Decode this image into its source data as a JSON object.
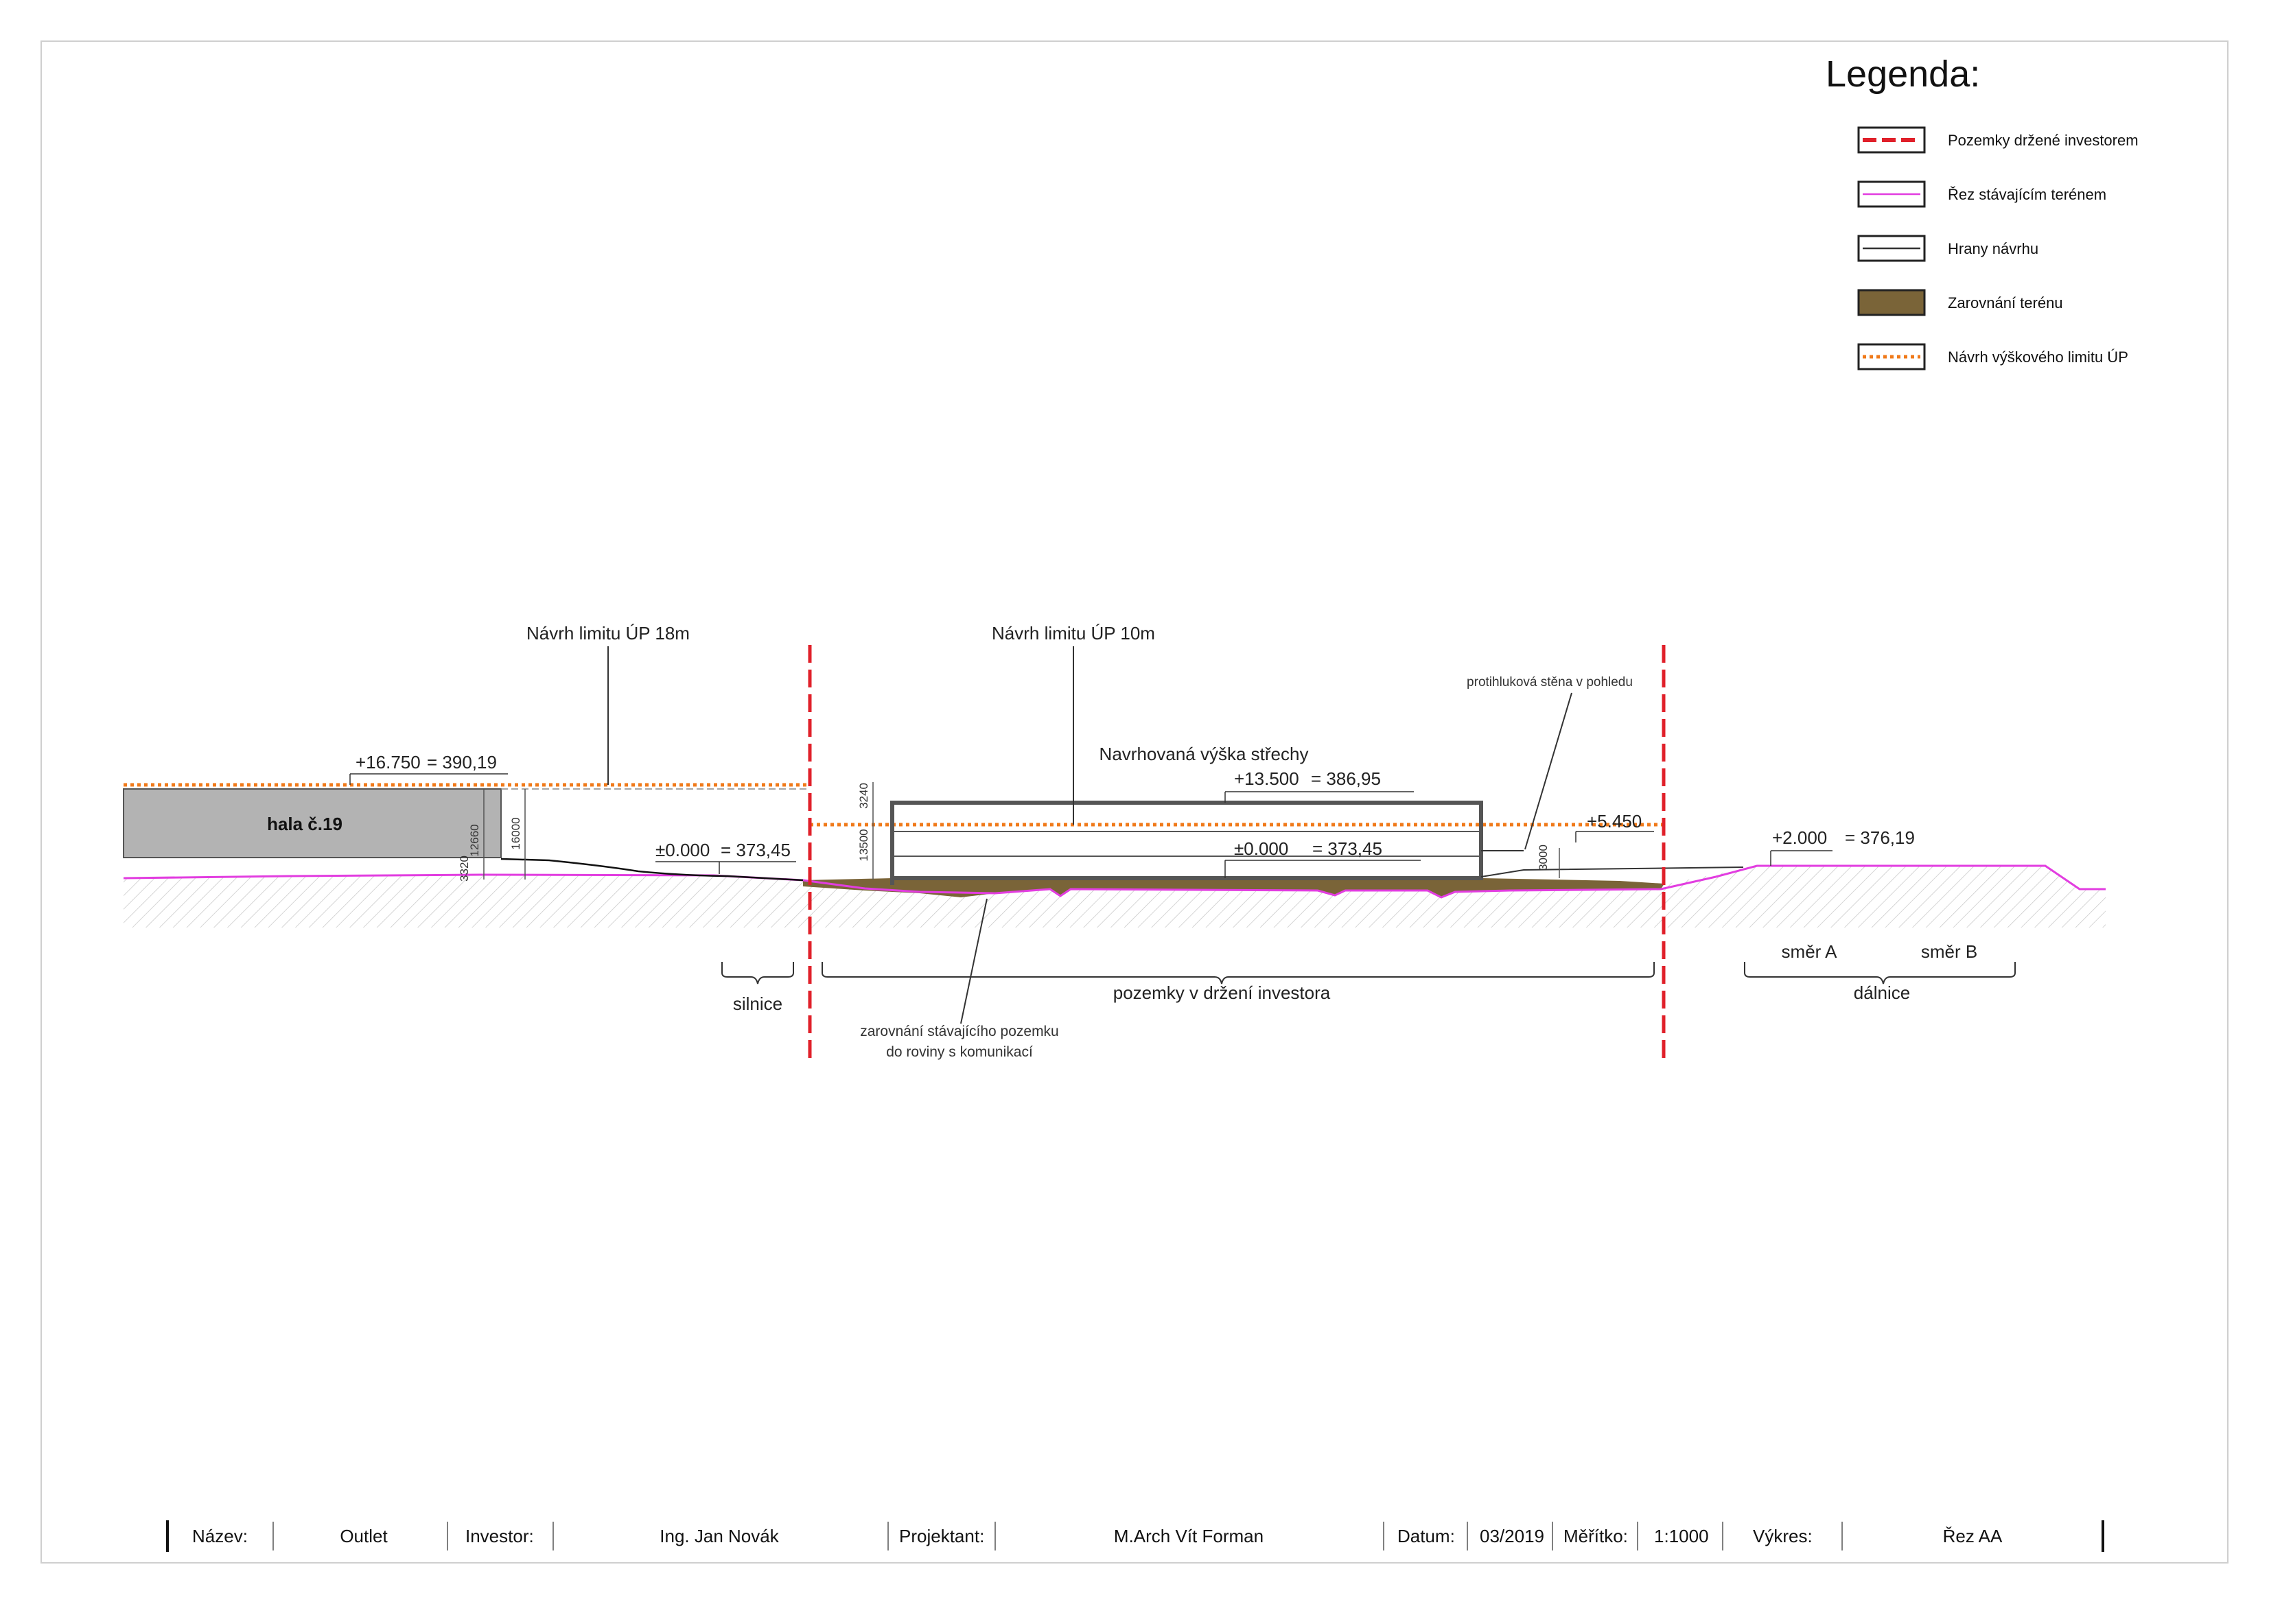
{
  "legend": {
    "title": "Legenda:",
    "items": [
      {
        "label": "Pozemky držené investorem",
        "symbol": "red-dash-line"
      },
      {
        "label": "Řez stávajícím terénem",
        "symbol": "magenta-line"
      },
      {
        "label": "Hrany návrhu",
        "symbol": "black-line"
      },
      {
        "label": "Zarovnání terénu",
        "symbol": "brown-fill"
      },
      {
        "label": "Návrh výškového limitu ÚP",
        "symbol": "orange-dotted-line"
      }
    ]
  },
  "section": {
    "limit_18m_label": "Návrh limitu ÚP 18m",
    "limit_10m_label": "Návrh limitu ÚP 10m",
    "hall_label": "hala č.19",
    "hall_top_level": "+16.750",
    "hall_top_abs": "= 390,19",
    "road_zero_level": "±0.000",
    "road_zero_abs": "= 373,45",
    "roof_caption": "Navrhovaná výška střechy",
    "roof_level": "+13.500",
    "roof_abs": "= 386,95",
    "building_zero_level": "±0.000",
    "building_zero_abs": "= 373,45",
    "wall_level": "+5.450",
    "highway_level": "+2.000",
    "highway_abs": "= 376,19",
    "noise_wall_note": "protihluková stěna v pohledu",
    "dims": {
      "hall_height": "12660",
      "hall_total": "16000",
      "hall_base": "3320",
      "roof_gap": "3240",
      "building_height": "13500",
      "wall_height": "3000"
    },
    "zones": {
      "road": "silnice",
      "investor": "pozemky v držení investora",
      "highway": "dálnice",
      "dir_a": "směr A",
      "dir_b": "směr B"
    },
    "leveling_note_1": "zarovnání stávajícího pozemku",
    "leveling_note_2": "do roviny s komunikací"
  },
  "title_block": {
    "name_label": "Název:",
    "name_value": "Outlet",
    "investor_label": "Investor:",
    "investor_value": "Ing. Jan Novák",
    "designer_label": "Projektant:",
    "designer_value": "M.Arch Vít Forman",
    "date_label": "Datum:",
    "date_value": "03/2019",
    "scale_label": "Měřítko:",
    "scale_value": "1:1000",
    "drawing_label": "Výkres:",
    "drawing_value": "Řez AA"
  },
  "colors": {
    "property_line": "#e0202a",
    "terrain": "#e23de0",
    "height_limit": "#f07a1a",
    "leveling_fill": "#7a6438",
    "hall_fill": "#b3b3b3",
    "design_edges": "#333333"
  }
}
